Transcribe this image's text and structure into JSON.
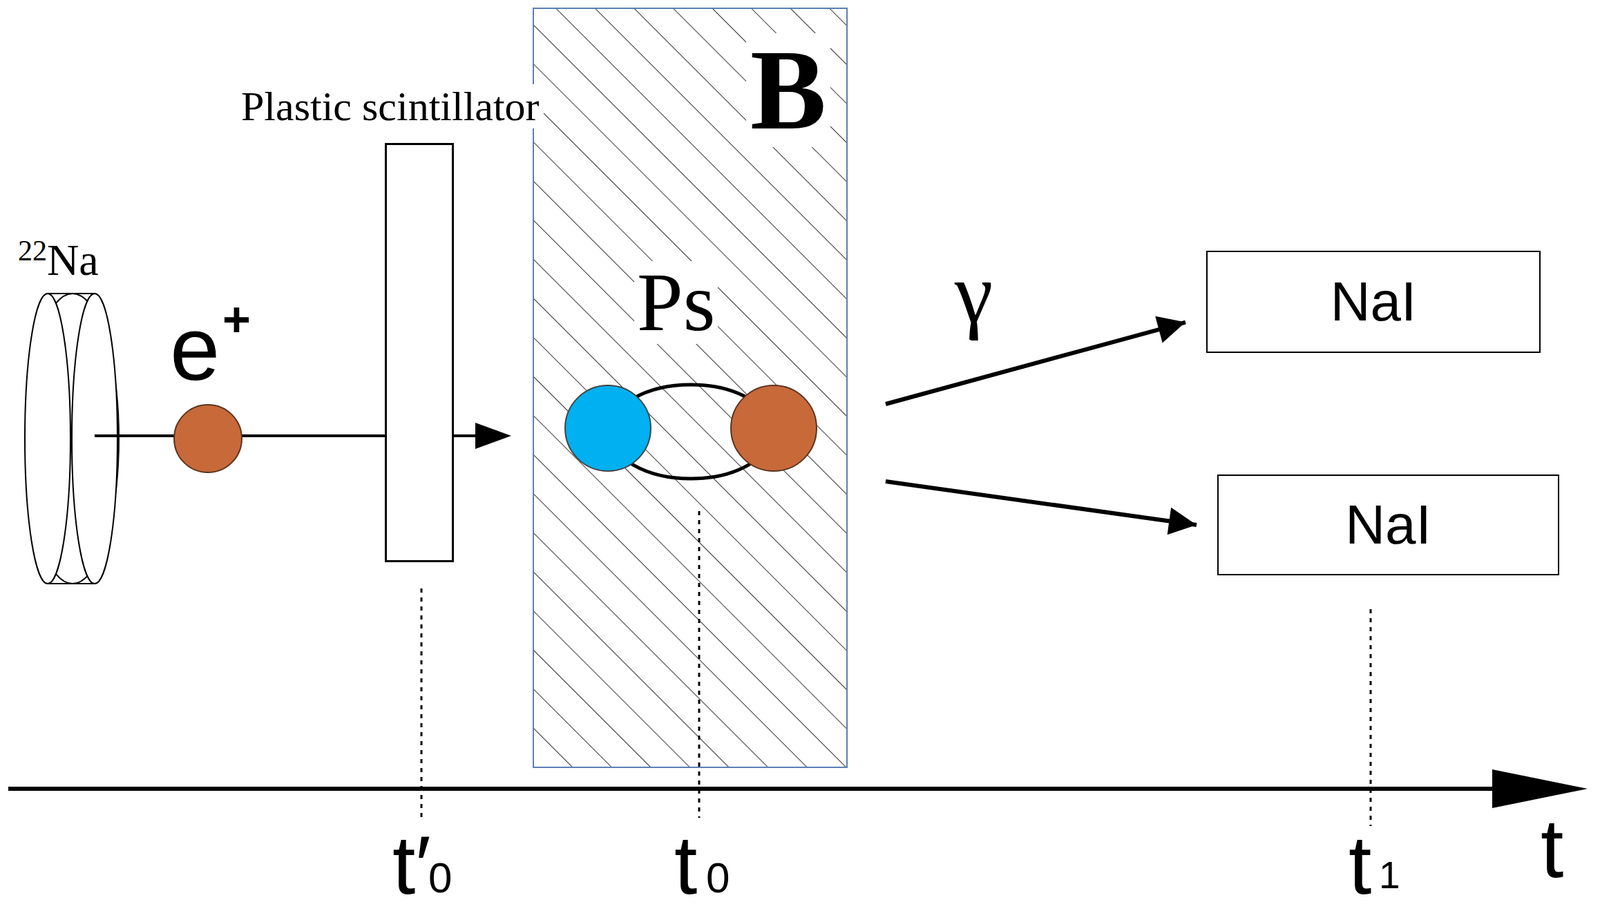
{
  "diagram": {
    "nodes": [
      {
        "text": [
          "Plastic scintillator"
        ]
      },
      {
        "text": [
          "B"
        ]
      },
      {
        "text": [
          "NaI"
        ]
      },
      {
        "text": [
          "NaI"
        ]
      }
    ],
    "edges": [
      {
        "from": 1,
        "to": 2,
        "arrow": "to"
      },
      {
        "from": 1,
        "to": 3,
        "arrow": "to"
      }
    ],
    "labels": [
      "22",
      "Na",
      "e",
      "+",
      "Ps",
      "γ",
      "t′",
      "0",
      "t",
      "0",
      "t",
      "1",
      "t"
    ]
  }
}
